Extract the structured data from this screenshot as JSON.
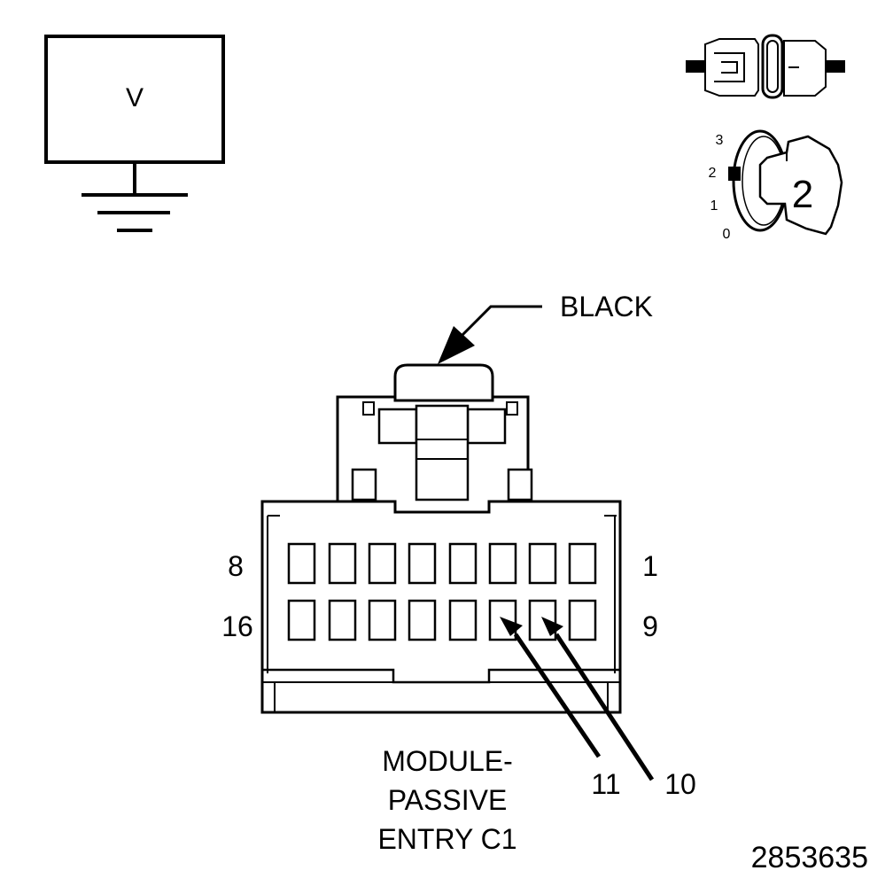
{
  "meter": {
    "label": "V"
  },
  "ignition": {
    "key_position": "2",
    "positions": [
      "3",
      "2",
      "1",
      "0"
    ]
  },
  "connector": {
    "color_label": "BLACK",
    "pin_labels": {
      "top_left": "8",
      "top_right": "1",
      "bottom_left": "16",
      "bottom_right": "9"
    },
    "callout_pins": [
      "11",
      "10"
    ],
    "name_lines": [
      "MODULE-",
      "PASSIVE",
      "ENTRY C1"
    ]
  },
  "figure_id": "2853635"
}
